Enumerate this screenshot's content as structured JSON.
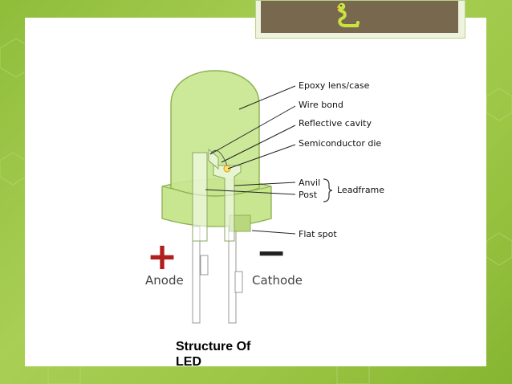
{
  "labels": {
    "epoxy": "Epoxy lens/case",
    "wire_bond": "Wire bond",
    "reflective": "Reflective cavity",
    "semiconductor": "Semiconductor die",
    "anvil": "Anvil",
    "post": "Post",
    "leadframe": "Leadframe",
    "flat_spot": "Flat spot"
  },
  "poles": {
    "anode": "Anode",
    "cathode": "Cathode",
    "plus": "+",
    "minus": "−"
  },
  "caption": "Structure Of LED",
  "colors": {
    "led_green": "#c8e690",
    "led_edge": "#8cb050",
    "plus_red": "#b01e1e",
    "pole_text": "#444444"
  },
  "icons": {
    "banner": "snake-icon"
  }
}
